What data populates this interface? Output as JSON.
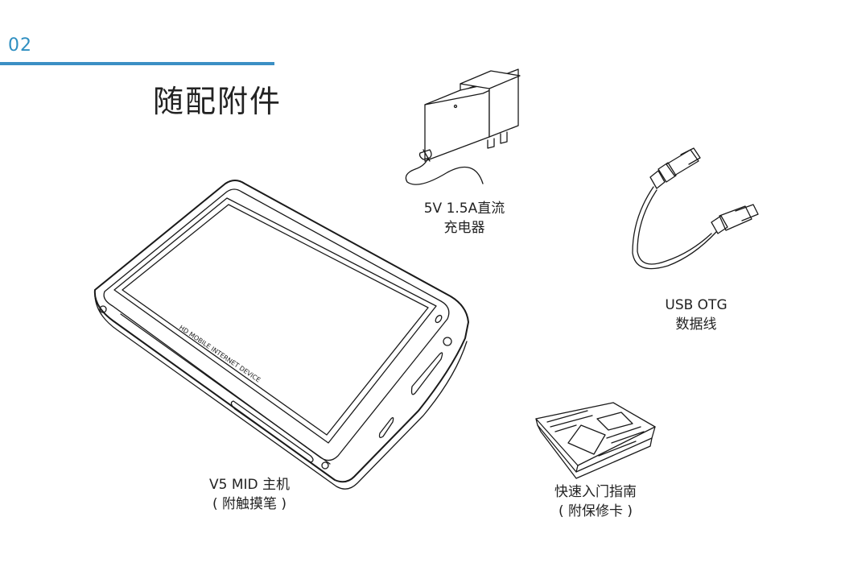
{
  "page": {
    "number": "02",
    "title": "随配附件"
  },
  "colors": {
    "accent": "#3b8fc4"
  },
  "device": {
    "screen_text": "HD MOBILE INTERNET DEVICE",
    "caption_line1": "V5 MID 主机",
    "caption_line2": "( 附触摸笔 )"
  },
  "charger": {
    "caption_line1": "5V 1.5A直流",
    "caption_line2": "充电器"
  },
  "usb": {
    "caption_line1": "USB OTG",
    "caption_line2": "数据线"
  },
  "guide": {
    "caption_line1": "快速入门指南",
    "caption_line2": "( 附保修卡 )"
  }
}
